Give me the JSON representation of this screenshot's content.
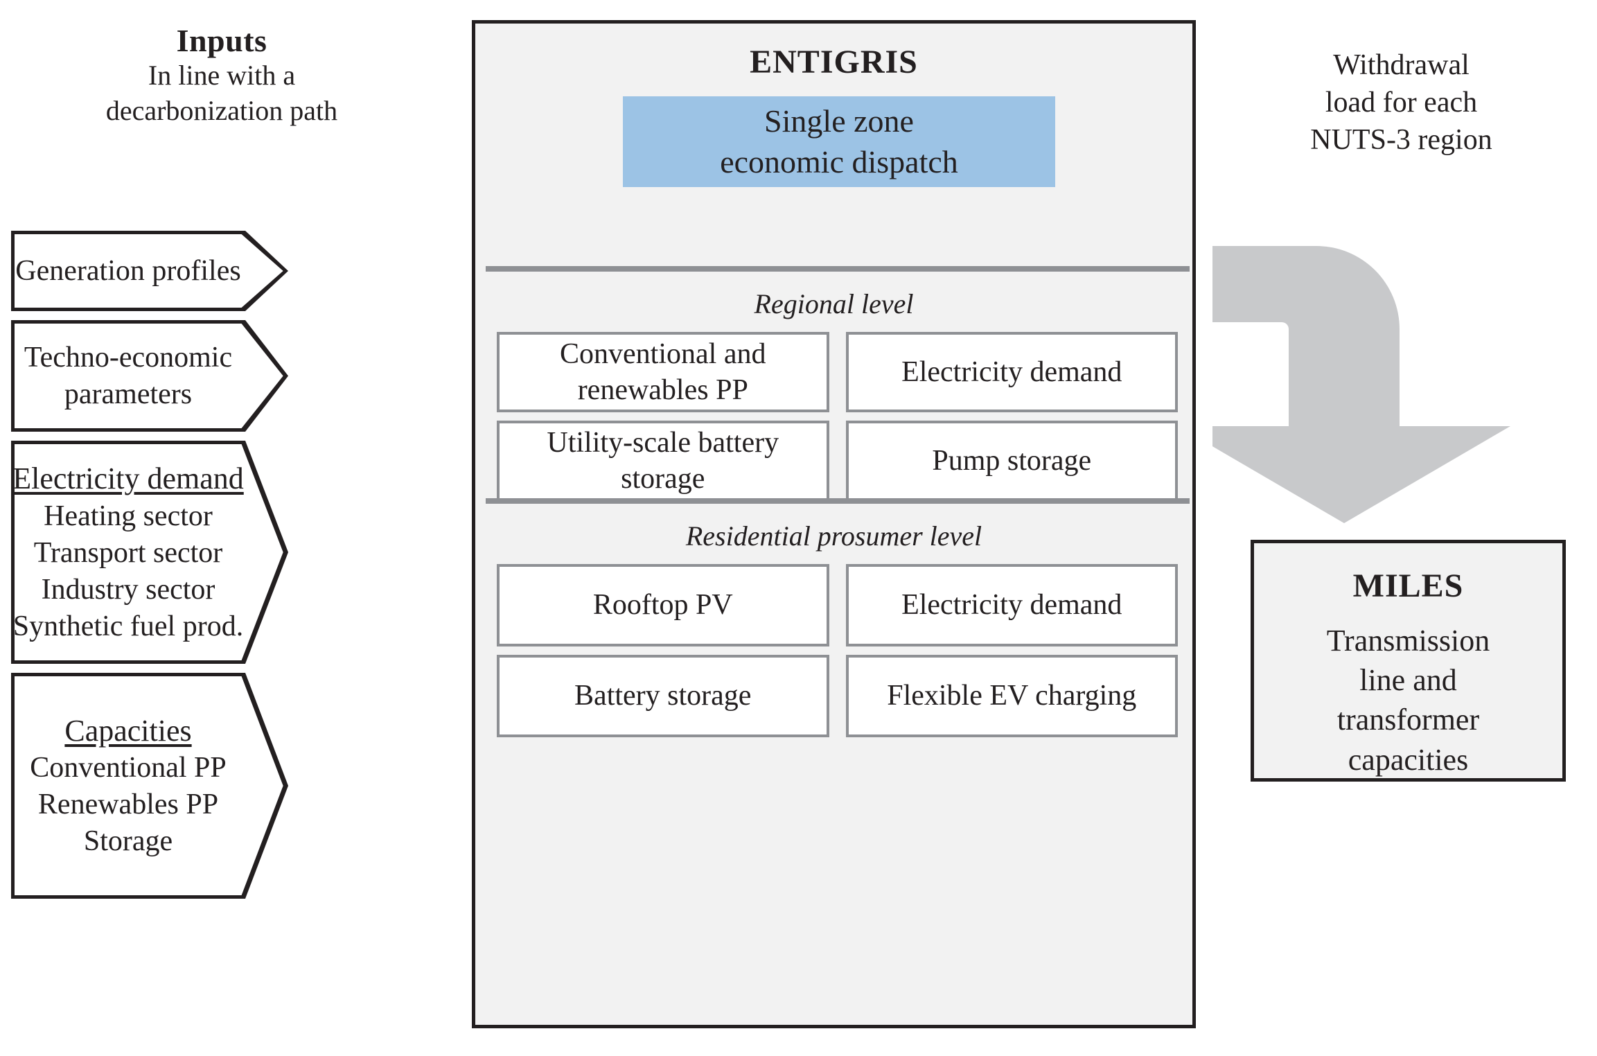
{
  "inputs": {
    "heading": "Inputs",
    "subheading_lines": [
      "In line with a",
      "decarbonization path"
    ],
    "arrows": [
      {
        "name": "generation-profiles",
        "title": null,
        "lines": [
          "Generation profiles"
        ]
      },
      {
        "name": "techno-economic-parameters",
        "title": null,
        "lines": [
          "Techno-economic",
          "parameters"
        ]
      },
      {
        "name": "electricity-demand",
        "title": "Electricity demand",
        "lines": [
          "Heating sector",
          "Transport sector",
          "Industry sector",
          "Synthetic fuel prod."
        ]
      },
      {
        "name": "capacities",
        "title": "Capacities",
        "lines": [
          "Conventional PP",
          "Renewables PP",
          "Storage"
        ]
      }
    ]
  },
  "entigris": {
    "title": "ENTIGRIS",
    "dispatch_lines": [
      "Single zone",
      "economic dispatch"
    ],
    "regional": {
      "label": "Regional level",
      "cells": [
        "Conventional and renewables PP",
        "Electricity demand",
        "Utility-scale battery storage",
        "Pump storage"
      ]
    },
    "residential": {
      "label": "Residential prosumer level",
      "cells": [
        "Rooftop PV",
        "Electricity demand",
        "Battery storage",
        "Flexible EV charging"
      ]
    }
  },
  "flow": {
    "note_lines": [
      "Withdrawal",
      "load for each",
      "NUTS-3 region"
    ],
    "arrow_icon": "curved-down-arrow-icon"
  },
  "miles": {
    "title": "MILES",
    "description_lines": [
      "Transmission",
      "line and",
      "transformer",
      "capacities"
    ]
  },
  "colors": {
    "dispatch_fill": "#9cc3e5",
    "panel_fill": "#f2f2f2",
    "panel_border": "#231f20",
    "divider": "#8e9094",
    "cell_border": "#8e9094",
    "arrow_fill": "#c8c9cb"
  }
}
